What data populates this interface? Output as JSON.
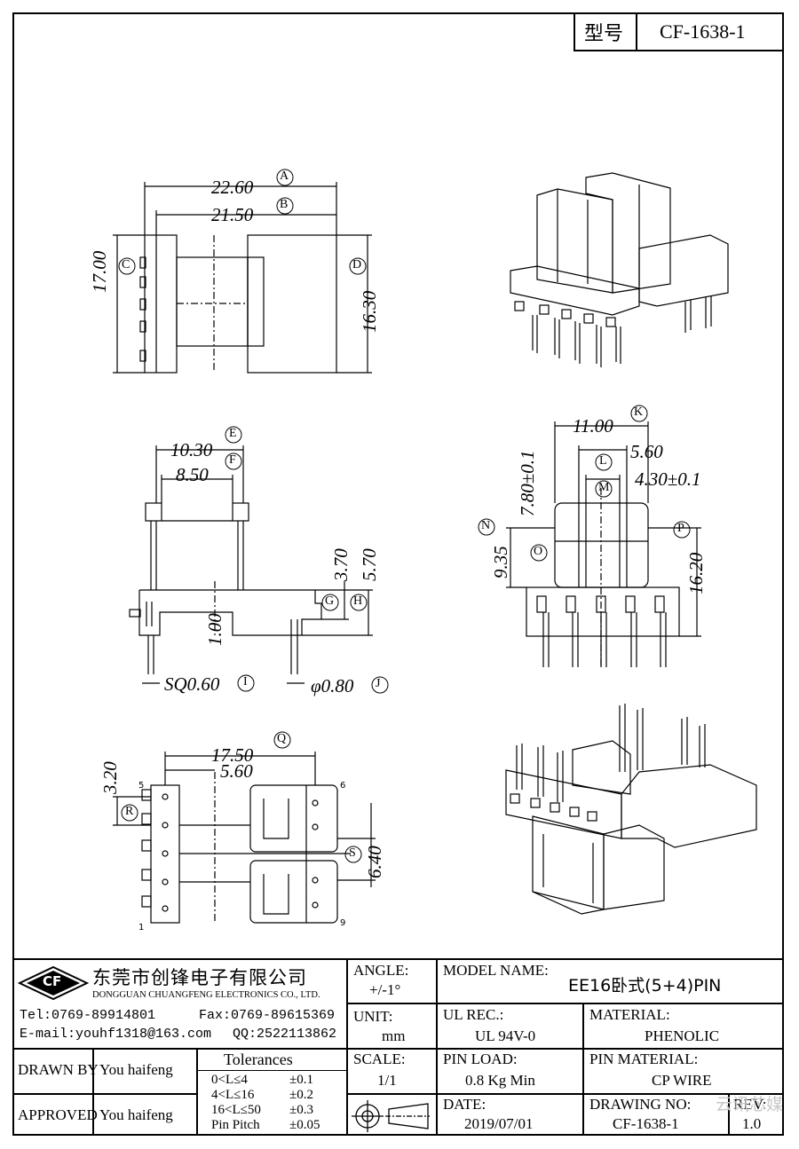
{
  "header": {
    "type_label": "型号",
    "part_number": "CF-1638-1"
  },
  "dimensions": {
    "A": "22.60",
    "B": "21.50",
    "C": "17.00",
    "D": "16.30",
    "E": "10.30",
    "F": "8.50",
    "G": "3.70",
    "H": "5.70",
    "I": "SQ0.60",
    "J": "φ0.80",
    "height_1": "1.00",
    "K": "11.00",
    "L": "5.60",
    "M": "4.30±0.1",
    "N": "9.35",
    "P": "16.20",
    "top_dim": "7.80±0.1",
    "Q": "17.50",
    "Q2": "5.60",
    "R": "3.20",
    "S": "6.40"
  },
  "callouts": [
    "A",
    "B",
    "C",
    "D",
    "E",
    "F",
    "G",
    "H",
    "I",
    "J",
    "K",
    "L",
    "M",
    "N",
    "O",
    "P",
    "Q",
    "R",
    "S"
  ],
  "pin_numbers": {
    "p1": "1",
    "p5": "5",
    "p6": "6",
    "p9": "9"
  },
  "title_block": {
    "company_cn": "东莞市创锋电子有限公司",
    "company_en": "DONGGUAN CHUANGFENG ELECTRONICS CO., LTD.",
    "logo_text": "CF",
    "tel": "Tel:0769-89914801",
    "fax": "Fax:0769-89615369",
    "email": "E-mail:youhf1318@163.com",
    "qq": "QQ:2522113862",
    "angle_label": "ANGLE:",
    "angle_value": "+/-1°",
    "unit_label": "UNIT:",
    "unit_value": "mm",
    "scale_label": "SCALE:",
    "scale_value": "1/1",
    "model_label": "MODEL NAME:",
    "model_value": "EE16卧式(5+4)PIN",
    "ul_label": "UL REC.:",
    "ul_value": "UL 94V-0",
    "material_label": "MATERIAL:",
    "material_value": "PHENOLIC",
    "pin_load_label": "PIN LOAD:",
    "pin_load_value": "0.8 Kg Min",
    "pin_material_label": "PIN MATERIAL:",
    "pin_material_value": "CP WIRE",
    "date_label": "DATE:",
    "date_value": "2019/07/01",
    "drawing_no_label": "DRAWING NO:",
    "drawing_no_value": "CF-1638-1",
    "rev_label": "REV:",
    "rev_value": "1.0",
    "drawn_by_label": "DRAWN BY",
    "drawn_by_value": "You haifeng",
    "approved_label": "APPROVED",
    "approved_value": "You haifeng",
    "tolerances_title": "Tolerances",
    "tolerances": [
      {
        "range": "0<L≤4",
        "tol": "±0.1"
      },
      {
        "range": "4<L≤16",
        "tol": "±0.2"
      },
      {
        "range": "16<L≤50",
        "tol": "±0.3"
      },
      {
        "range": "Pin Pitch",
        "tol": "±0.05"
      }
    ]
  },
  "watermark": "云讯芯媒"
}
